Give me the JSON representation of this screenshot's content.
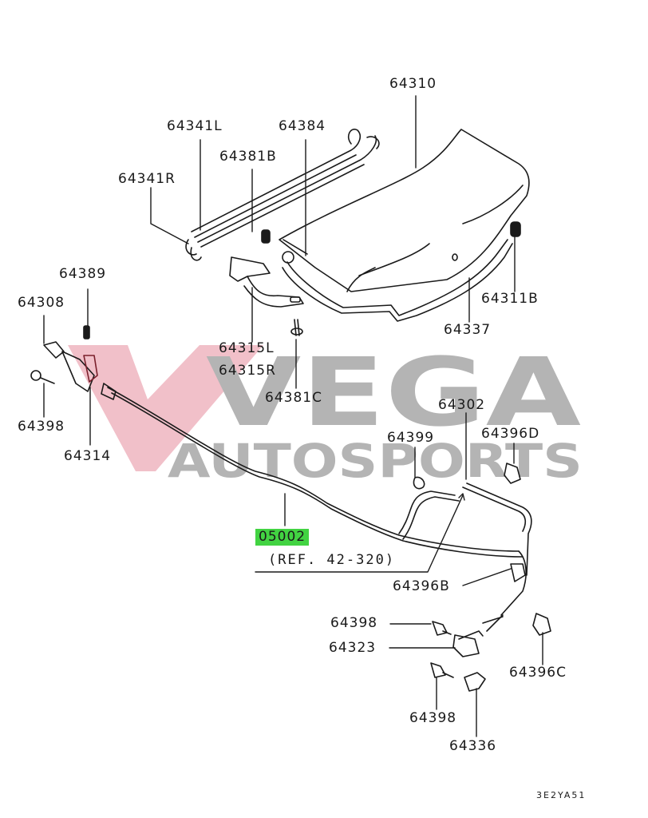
{
  "diagram": {
    "type": "exploded parts diagram",
    "subject": "Trunk lid, trunk lid hinges, and trunk opener cable/latch assembly",
    "watermark": {
      "logo_mark": "V",
      "brand_word": "VEGA",
      "sub_word": "AUTOSPORTS",
      "colors": {
        "logo_mark": "#f0b9c3",
        "text": "#b4b4b4"
      }
    },
    "highlight_color": "#42d342",
    "labels": [
      {
        "id": "64310",
        "text": "64310"
      },
      {
        "id": "64341L",
        "text": "64341L"
      },
      {
        "id": "64384",
        "text": "64384"
      },
      {
        "id": "64381B",
        "text": "64381B"
      },
      {
        "id": "64341R",
        "text": "64341R"
      },
      {
        "id": "64389",
        "text": "64389"
      },
      {
        "id": "64308",
        "text": "64308"
      },
      {
        "id": "64311B",
        "text": "64311B"
      },
      {
        "id": "64337",
        "text": "64337"
      },
      {
        "id": "64315L",
        "text": "64315L"
      },
      {
        "id": "64315R",
        "text": "64315R"
      },
      {
        "id": "64381C",
        "text": "64381C"
      },
      {
        "id": "64398_left",
        "text": "64398"
      },
      {
        "id": "64314",
        "text": "64314"
      },
      {
        "id": "64302",
        "text": "64302"
      },
      {
        "id": "64399",
        "text": "64399"
      },
      {
        "id": "64396D",
        "text": "64396D"
      },
      {
        "id": "05002",
        "text": "05002",
        "highlighted": true
      },
      {
        "id": "ref",
        "text": "(REF. 42-320)"
      },
      {
        "id": "64396B",
        "text": "64396B"
      },
      {
        "id": "64398_mid",
        "text": "64398"
      },
      {
        "id": "64323",
        "text": "64323"
      },
      {
        "id": "64396C",
        "text": "64396C"
      },
      {
        "id": "64398_low",
        "text": "64398"
      },
      {
        "id": "64336",
        "text": "64336"
      }
    ],
    "drawing_code": "3E2YA51"
  }
}
